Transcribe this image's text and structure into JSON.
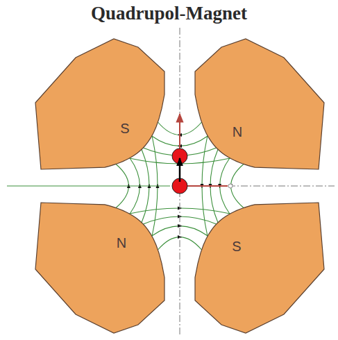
{
  "diagram": {
    "title": "Quadrupol-Magnet",
    "nodes": [
      {
        "text": [
          "S"
        ]
      },
      {
        "text": [
          "N"
        ]
      },
      {
        "text": [
          "N"
        ]
      },
      {
        "text": [
          "S"
        ]
      }
    ]
  }
}
